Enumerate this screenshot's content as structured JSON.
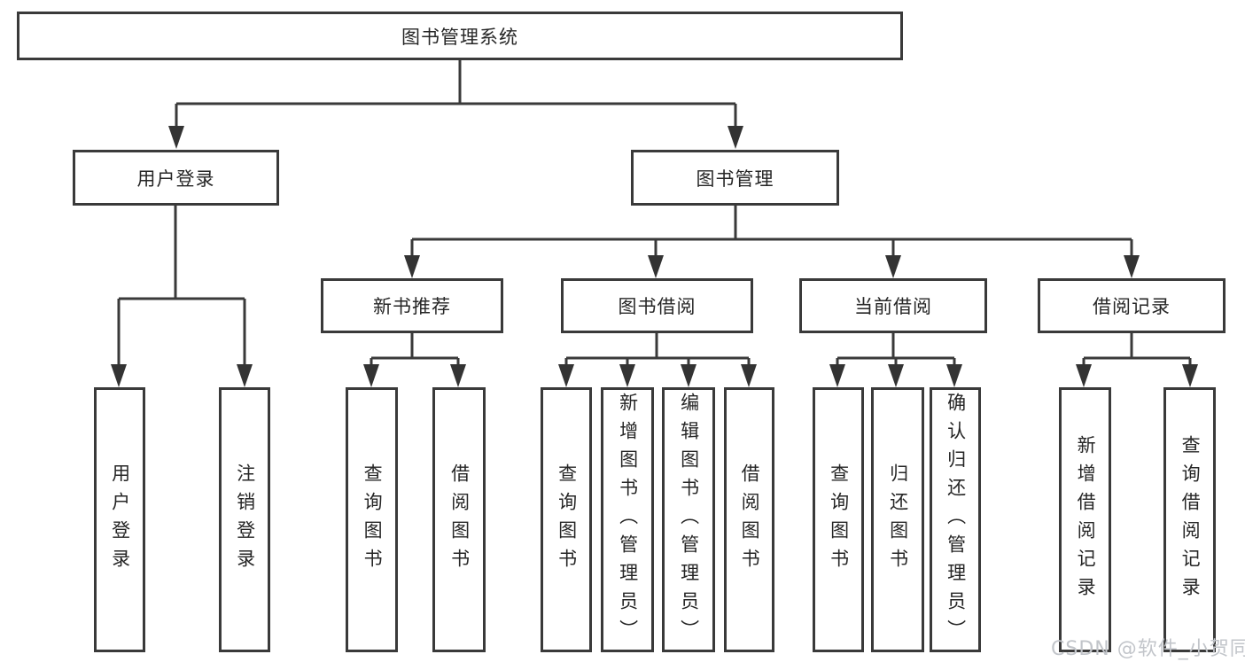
{
  "colors": {
    "line": "#3a3a3a",
    "box_border": "#3a3a3a",
    "text": "#262626",
    "background": "#ffffff",
    "watermark": "#c2c5ca"
  },
  "tree": {
    "label": "图书管理系统",
    "children": [
      {
        "label": "用户登录",
        "children": [
          {
            "label": "用户登录"
          },
          {
            "label": "注销登录"
          }
        ]
      },
      {
        "label": "图书管理",
        "children": [
          {
            "label": "新书推荐",
            "children": [
              {
                "label": "查询图书"
              },
              {
                "label": "借阅图书"
              }
            ]
          },
          {
            "label": "图书借阅",
            "children": [
              {
                "label": "查询图书"
              },
              {
                "label": "新增图书（管理员）"
              },
              {
                "label": "编辑图书（管理员）"
              },
              {
                "label": "借阅图书"
              }
            ]
          },
          {
            "label": "当前借阅",
            "children": [
              {
                "label": "查询图书"
              },
              {
                "label": "归还图书"
              },
              {
                "label": "确认归还（管理员）"
              }
            ]
          },
          {
            "label": "借阅记录",
            "children": [
              {
                "label": "新增借阅记录"
              },
              {
                "label": "查询借阅记录"
              }
            ]
          }
        ]
      }
    ]
  },
  "watermark": {
    "text": "CSDN @软件_小贺同学"
  }
}
